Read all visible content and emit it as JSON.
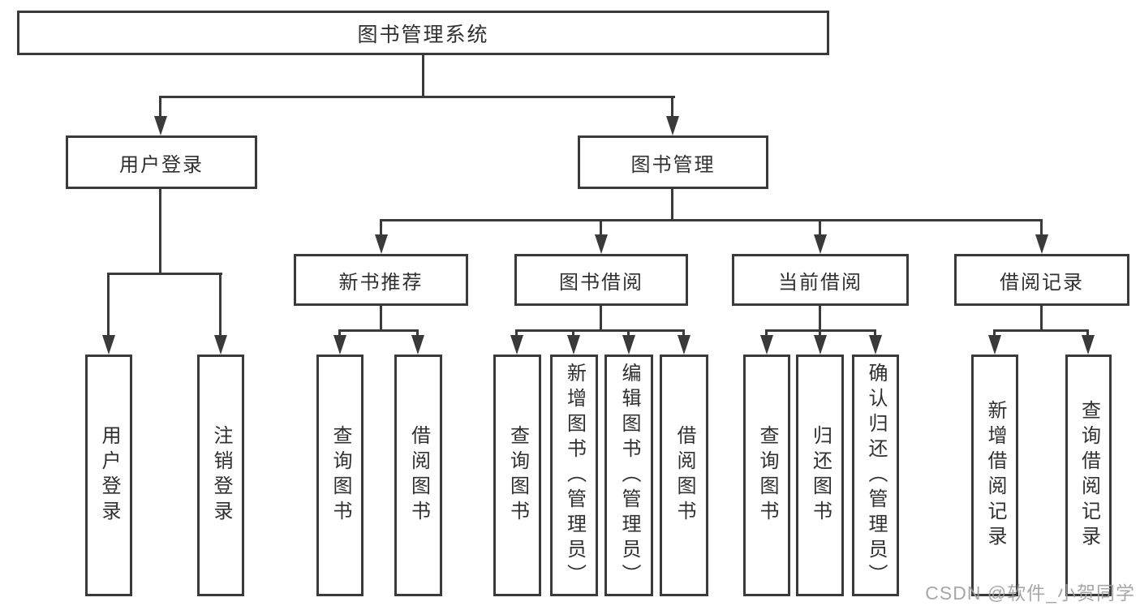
{
  "diagram": {
    "type": "hierarchy-tree",
    "title": "图书管理系统",
    "watermark": "CSDN @软件_小贺同学",
    "colors": {
      "background": "#ffffff",
      "line": "#3a3a3a",
      "box_border": "#3a3a3a",
      "box_fill": "#ffffff",
      "text": "#303030",
      "watermark_text": "#9e9e9e"
    },
    "nodes": {
      "root": "图书管理系统",
      "user_login": "用户登录",
      "book_management": "图书管理",
      "new_book_recommend": "新书推荐",
      "book_borrow": "图书借阅",
      "current_borrow": "当前借阅",
      "borrow_records": "借阅记录",
      "leaf_user_login": "用户登录",
      "leaf_logout": "注销登录",
      "leaf_nbr_query_books": "查询图书",
      "leaf_nbr_borrow_books": "借阅图书",
      "leaf_bb_query_books": "查询图书",
      "leaf_bb_add_books_admin": "新增图书（管理员）",
      "leaf_bb_edit_books_admin": "编辑图书（管理员）",
      "leaf_bb_borrow_books": "借阅图书",
      "leaf_cb_query_books": "查询图书",
      "leaf_cb_return_books": "归还图书",
      "leaf_cb_confirm_return_admin": "确认归还（管理员）",
      "leaf_br_add_record": "新增借阅记录",
      "leaf_br_query_record": "查询借阅记录"
    },
    "edges": [
      "图书管理系统→用户登录",
      "图书管理系统→图书管理",
      "用户登录→用户登录",
      "用户登录→注销登录",
      "图书管理→新书推荐",
      "图书管理→图书借阅",
      "图书管理→当前借阅",
      "图书管理→借阅记录",
      "新书推荐→查询图书",
      "新书推荐→借阅图书",
      "图书借阅→查询图书",
      "图书借阅→新增图书（管理员）",
      "图书借阅→编辑图书（管理员）",
      "图书借阅→借阅图书",
      "当前借阅→查询图书",
      "当前借阅→归还图书",
      "当前借阅→确认归还（管理员）",
      "借阅记录→新增借阅记录",
      "借阅记录→查询借阅记录"
    ]
  }
}
